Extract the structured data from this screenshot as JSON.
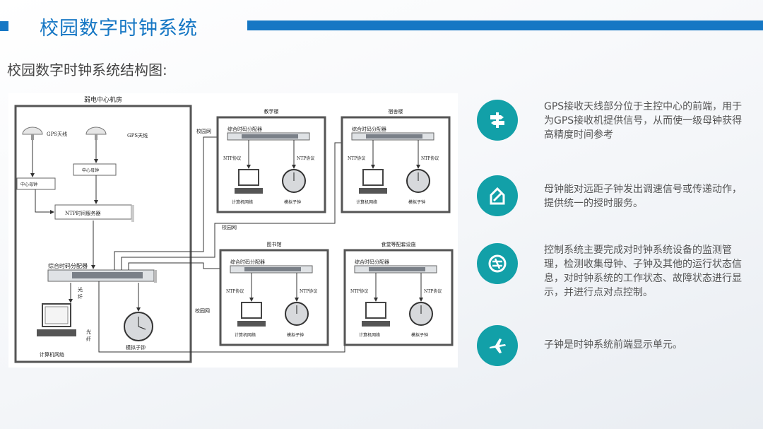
{
  "header": {
    "title": "校园数字时钟系统",
    "accent_color": "#1677c4"
  },
  "subtitle": "校园数字时钟系统结构图:",
  "diagram": {
    "center_room": "弱电中心机房",
    "gps_antenna_1": "GPS天线",
    "gps_antenna_2": "GPS天线",
    "center_clock_1": "中心母钟",
    "center_clock_2": "中心母钟",
    "ntp_server": "NTP时间服务器",
    "distributor": "综合时码分配器",
    "fiber_1": "光\n纤",
    "fiber_2": "光\n纤",
    "center_analog_clock": "模拟子钟",
    "center_computer": "计算机网络",
    "campus_net_1": "校园网",
    "campus_net_2": "校园网",
    "campus_net_3": "校园网",
    "buildings": [
      {
        "name": "教学楼",
        "distributor": "综合时码分配器",
        "ntp_left": "NTP协议",
        "ntp_right": "NTP协议",
        "computer": "计算机网络",
        "clock": "模拟子钟"
      },
      {
        "name": "宿舍楼",
        "distributor": "综合时码分配器",
        "ntp_left": "NTP协议",
        "ntp_right": "NTP协议",
        "computer": "计算机网络",
        "clock": "模拟子钟"
      },
      {
        "name": "图书馆",
        "distributor": "综合时码分配器",
        "ntp_left": "NTP协议",
        "ntp_right": "NTP协议",
        "computer": "计算机网络",
        "clock": "模拟子钟"
      },
      {
        "name": "食堂等配套设施",
        "distributor": "综合时码分配器",
        "ntp_left": "NTP协议",
        "ntp_right": "NTP协议",
        "computer": "计算机网络",
        "clock": "模拟子钟"
      }
    ]
  },
  "features": [
    {
      "icon": "signpost-icon",
      "text": "GPS接收天线部分位于主控中心的前端，用于为GPS接收机提供信号，从而使一级母钟获得高精度时间参考"
    },
    {
      "icon": "broadcast-icon",
      "text": "母钟能对远距子钟发出调速信号或传递动作，提供统一的授时服务。"
    },
    {
      "icon": "control-icon",
      "text": "控制系统主要完成对时钟系统设备的监测管理，检测收集母钟、子钟及其他的运行状态信息，对时钟系统的工作状态、故障状态进行显示，并进行点对点控制。"
    },
    {
      "icon": "airplane-icon",
      "text": "子钟是时钟系统前端显示单元。"
    }
  ],
  "icon_color": "#12a0a8"
}
